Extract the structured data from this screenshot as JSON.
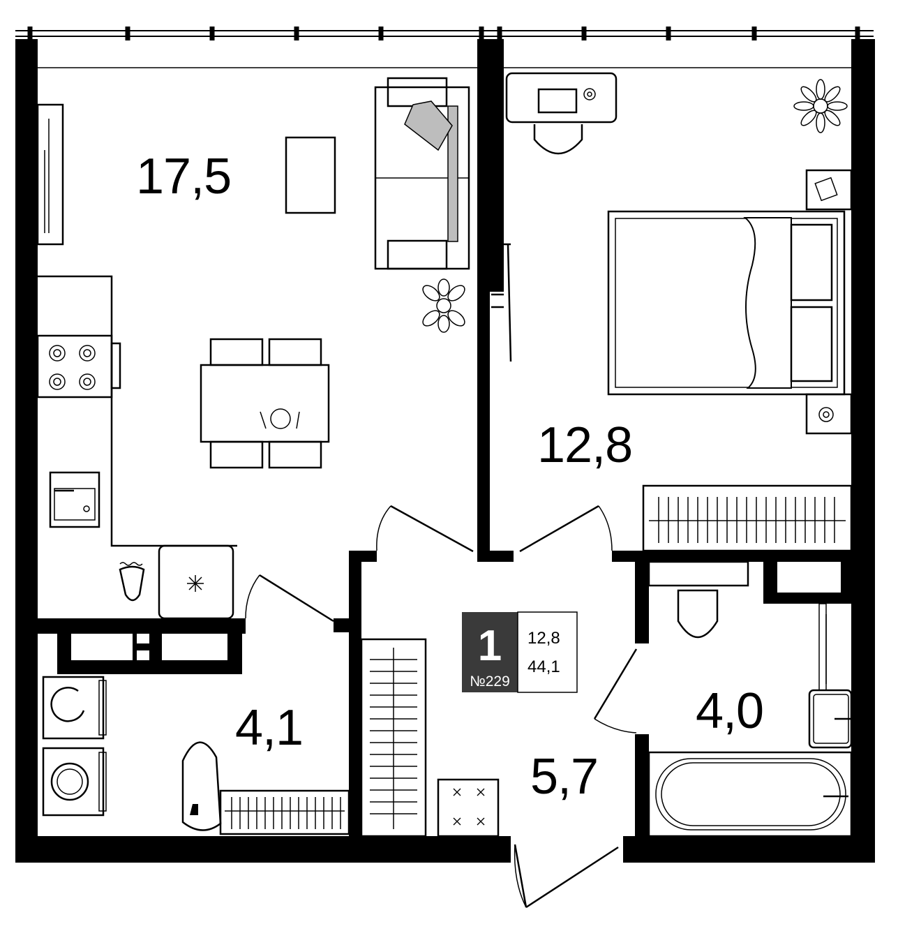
{
  "rooms": [
    {
      "id": "living-kitchen",
      "area": "17,5"
    },
    {
      "id": "bedroom",
      "area": "12,8"
    },
    {
      "id": "hallway",
      "area": "5,7"
    },
    {
      "id": "laundry",
      "area": "4,1"
    },
    {
      "id": "bathroom",
      "area": "4,0"
    }
  ],
  "badge": {
    "rooms_count": "1",
    "apartment_number": "№229",
    "living_area": "12,8",
    "total_area": "44,1",
    "badge_color": "#3a3a3a"
  },
  "colors": {
    "wall": "#000000",
    "background": "#ffffff",
    "accent_fill": "#bdbdbd"
  }
}
